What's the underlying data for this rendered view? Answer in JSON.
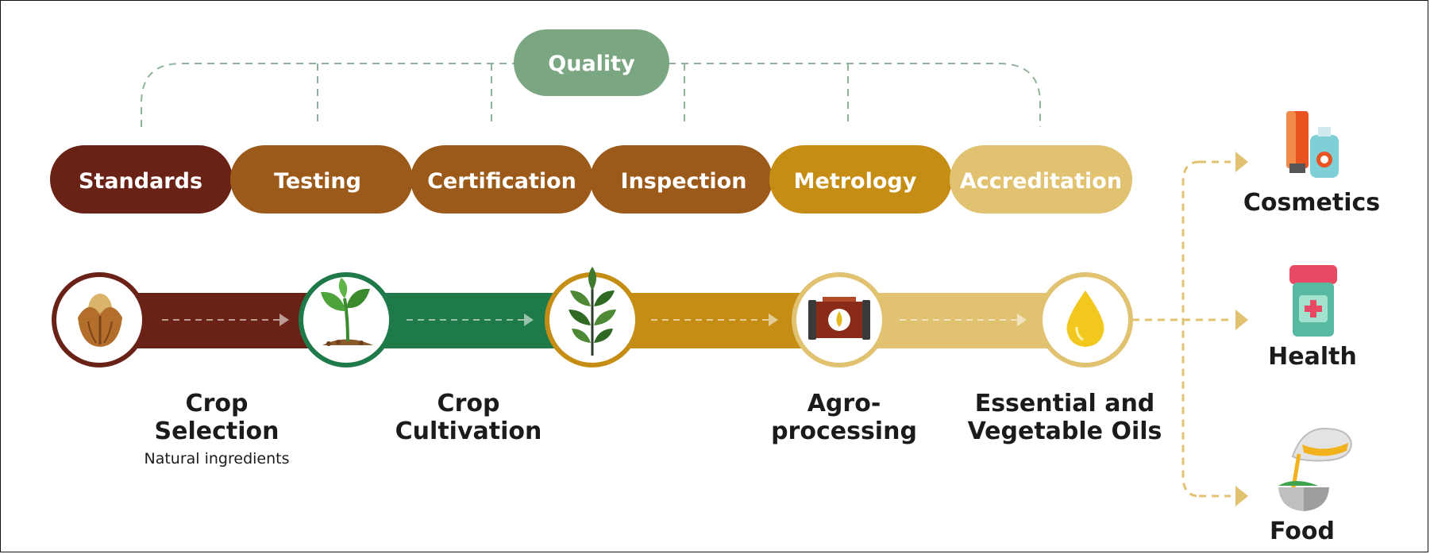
{
  "quality": {
    "label": "Quality",
    "color": "#7ba682"
  },
  "pills": [
    {
      "label": "Standards",
      "color": "#6b2216"
    },
    {
      "label": "Testing",
      "color": "#9c5a1a"
    },
    {
      "label": "Certification",
      "color": "#9c5a1a"
    },
    {
      "label": "Inspection",
      "color": "#9c5a1a"
    },
    {
      "label": "Metrology",
      "color": "#c68d14"
    },
    {
      "label": "Accreditation",
      "color": "#e0c271"
    }
  ],
  "chain": [
    {
      "icon": "seed-icon",
      "color": "#6b2216"
    },
    {
      "icon": "sprout-icon",
      "color": "#1f7a4a"
    },
    {
      "icon": "plant-branch-icon",
      "color": "#c68d14"
    },
    {
      "icon": "processing-machine-icon",
      "color": "#e0c271"
    },
    {
      "icon": "oil-drop-icon",
      "color": "#e0c271"
    }
  ],
  "steps": [
    {
      "line1": "Crop",
      "line2": "Selection",
      "sub": "Natural ingredients"
    },
    {
      "line1": "Crop",
      "line2": "Cultivation"
    },
    {
      "line1": "Agro-",
      "line2": "processing"
    },
    {
      "line1": "Essential and",
      "line2": "Vegetable Oils"
    }
  ],
  "outputs": [
    {
      "label": "Cosmetics",
      "icon": "cosmetics-icon"
    },
    {
      "label": "Health",
      "icon": "health-bottle-icon"
    },
    {
      "label": "Food",
      "icon": "food-bowl-icon"
    }
  ],
  "arrow_color": "#e0c271",
  "dash_color": "#8fb39a"
}
